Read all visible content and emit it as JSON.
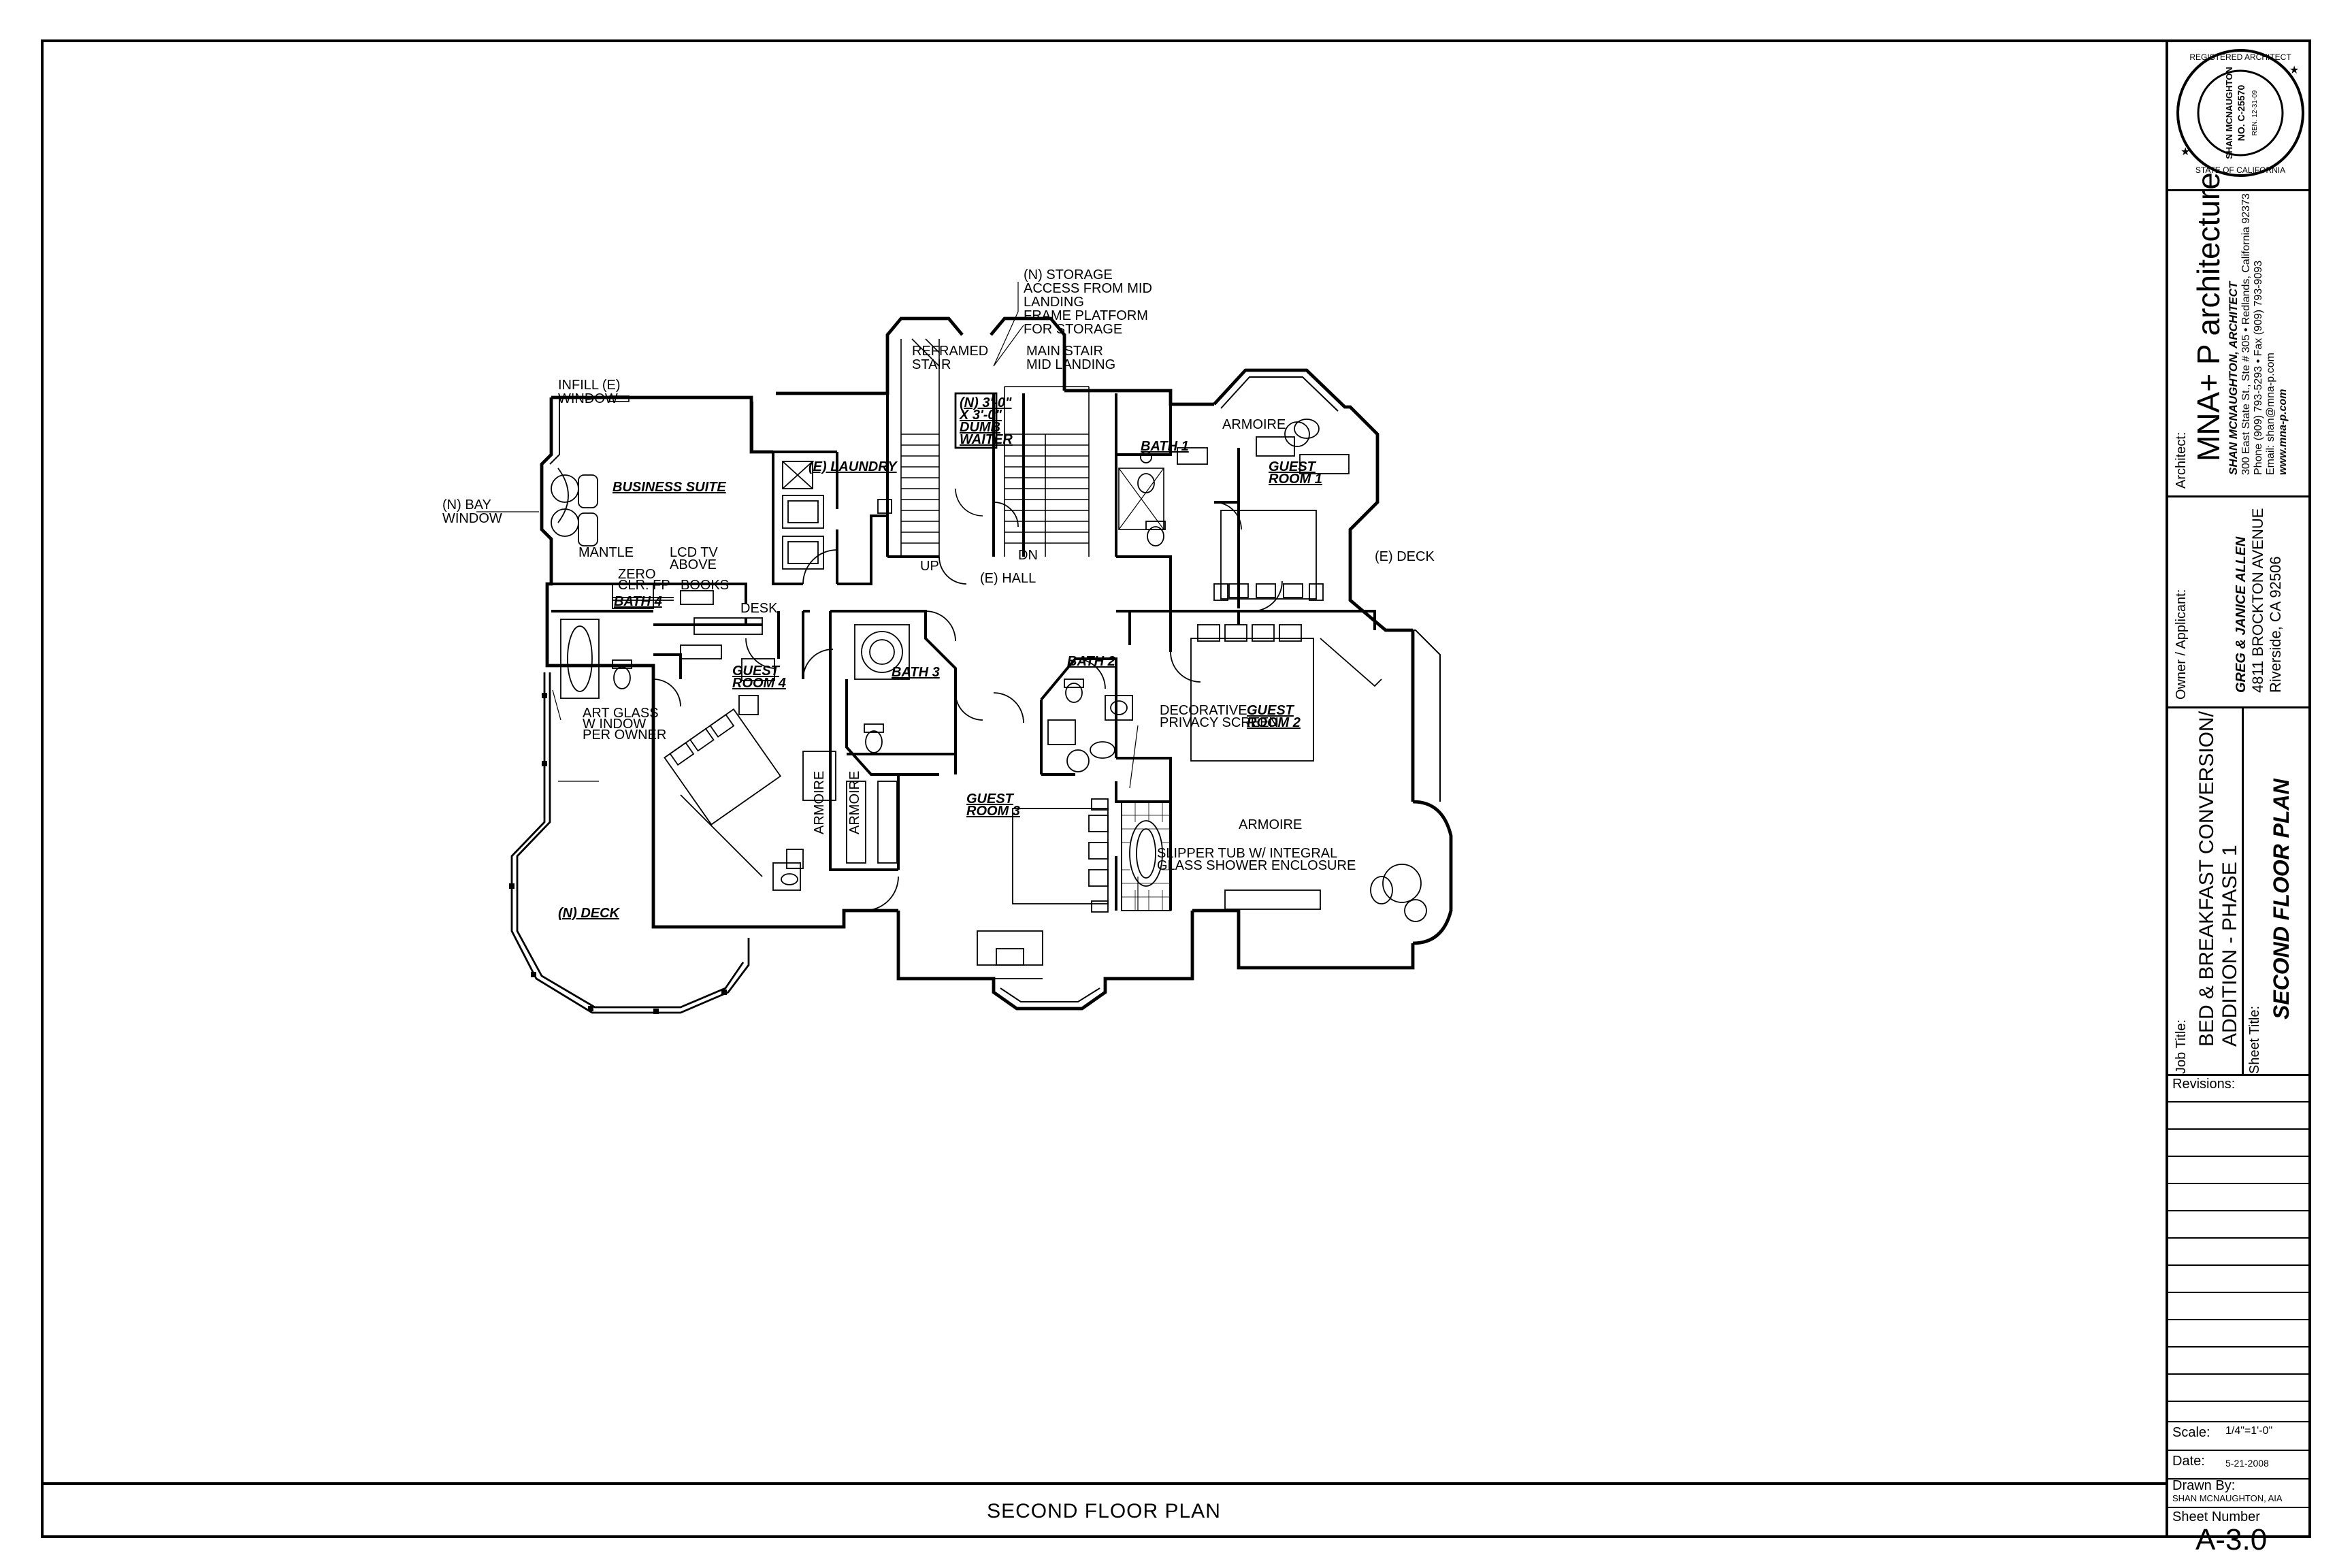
{
  "sheet_title": "SECOND FLOOR PLAN",
  "title_block": {
    "seal": {
      "line1": "REGISTERED ARCHITECT",
      "line2": "SHAN MCNAUGHTON",
      "line3": "NO. C-25570",
      "line4": "STATE OF CALIFORNIA",
      "line5": "REN. 12-31-09"
    },
    "architect_label": "Architect:",
    "firm_name": "MNA+ P architecture",
    "architect_name": "SHAN MCNAUGHTON, ARCHITECT",
    "address": "300 East State St., Ste # 305 • Redlands, California 92373",
    "phone": "Phone (909) 793-5293  •  Fax (909) 793-9093",
    "email": "Email:  shan@mna-p.com",
    "website": "www.mna-p.com",
    "owner_label": "Owner / Applicant:",
    "owner_name": "GREG & JANICE ALLEN",
    "owner_address": "4811 BROCKTON AVENUE",
    "owner_city": "Riverside, CA 92506",
    "job_title_label": "Job Title:",
    "job_title_line1": "BED & BREAKFAST CONVERSION/",
    "job_title_line2": "ADDITION - PHASE 1",
    "sheet_title_label": "Sheet Title:",
    "sheet_title_value": "SECOND FLOOR PLAN",
    "revisions_label": "Revisions:",
    "scale_label": "Scale:",
    "scale_value": "1/4\"=1'-0\"",
    "date_label": "Date:",
    "date_value": "5-21-2008",
    "drawn_by_label": "Drawn By:",
    "drawn_by_value": "SHAN MCNAUGHTON, AIA",
    "sheet_number_label": "Sheet Number",
    "sheet_number_value": "A-3.0"
  },
  "plan_labels": {
    "infill_window": [
      "INFILL (E)",
      "WINDOW"
    ],
    "bay_window": [
      "(N) BAY",
      "WINDOW"
    ],
    "business_suite": "BUSINESS SUITE",
    "laundry": "(E) LAUNDRY",
    "reframed_stair": [
      "REFRAMED",
      "STAIR"
    ],
    "dumb_waiter": [
      "(N) 3'-0\"",
      "X 3'-0\"",
      "DUMB",
      "WAITER"
    ],
    "storage_note": [
      "(N) STORAGE",
      "ACCESS FROM MID",
      "LANDING",
      "FRAME PLATFORM",
      "FOR STORAGE"
    ],
    "main_stair": [
      "MAIN STAIR",
      "MID LANDING"
    ],
    "up": "UP",
    "dn": "DN",
    "bath1": "BATH 1",
    "armoire": "ARMOIRE",
    "guest_room1": [
      "GUEST",
      "ROOM 1"
    ],
    "e_deck": "(E) DECK",
    "mantle": "MANTLE",
    "lcd_tv": [
      "LCD TV",
      "ABOVE"
    ],
    "zero_clr": [
      "ZERO",
      "CLR. FP"
    ],
    "books": "BOOKS",
    "hall": "(E) HALL",
    "bath4": "BATH 4",
    "desk": "DESK",
    "guest_room4": [
      "GUEST",
      "ROOM 4"
    ],
    "bath3": "BATH 3",
    "bath2": "BATH 2",
    "decorative_screen": [
      "DECORATIVE",
      "PRIVACY SCREEN"
    ],
    "guest_room2": [
      "GUEST",
      "ROOM 2"
    ],
    "art_glass": [
      "ART GLASS",
      "W INDOW",
      "PER OWNER"
    ],
    "guest_room3": [
      "GUEST",
      "ROOM 3"
    ],
    "slipper_tub": [
      "SLIPPER TUB W/ INTEGRAL",
      "GLASS SHOWER ENCLOSURE"
    ],
    "n_deck": "(N) DECK"
  }
}
